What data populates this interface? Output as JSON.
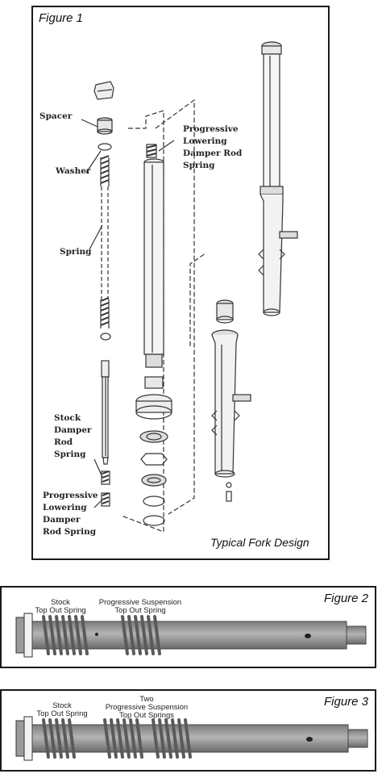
{
  "figure1": {
    "title": "Figure 1",
    "caption": "Typical Fork Design",
    "labels": {
      "spacer": "Spacer",
      "washer": "Washer",
      "spring": "Spring",
      "progressive_lines": [
        "Progressive",
        "Lowering",
        "Damper Rod",
        "Spring"
      ],
      "stock_lines": [
        "Stock",
        "Damper",
        "Rod",
        "Spring"
      ],
      "progressive_lower_lines": [
        "Progressive",
        "Lowering",
        "Damper",
        "Rod Spring"
      ]
    }
  },
  "figure2": {
    "title": "Figure 2",
    "stock_label": [
      "Stock",
      "Top Out Spring"
    ],
    "progressive_label": [
      "Progressive Suspension",
      "Top Out Spring"
    ]
  },
  "figure3": {
    "title": "Figure 3",
    "stock_label": [
      "Stock",
      "Top Out Spring"
    ],
    "progressive_label": [
      "Two",
      "Progressive Suspension",
      "Top Out Springs"
    ]
  },
  "colors": {
    "rod": "#9a9a9a",
    "rod_dark": "#6e6e6e",
    "spring": "#8c8c8c",
    "line": "#222222"
  }
}
